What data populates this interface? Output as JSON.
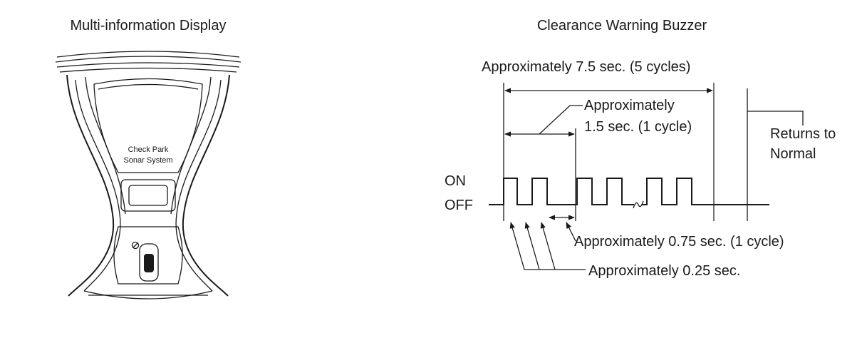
{
  "left_panel": {
    "title": "Multi-information Display",
    "screen_text_line1": "Check Park",
    "screen_text_line2": "Sonar System"
  },
  "right_panel": {
    "title": "Clearance Warning Buzzer",
    "total_duration_label": "Approximately 7.5 sec. (5 cycles)",
    "cycle_label_line1": "Approximately",
    "cycle_label_line2": "1.5 sec. (1 cycle)",
    "returns_label_line1": "Returns to",
    "returns_label_line2": "Normal",
    "on_label": "ON",
    "off_label": "OFF",
    "cycle_075_label": "Approximately 0.75 sec. (1 cycle)",
    "pulse_025_label": "Approximately 0.25 sec."
  },
  "colors": {
    "line": "#1a1a1a",
    "marker": "#777777",
    "background": "#ffffff"
  }
}
